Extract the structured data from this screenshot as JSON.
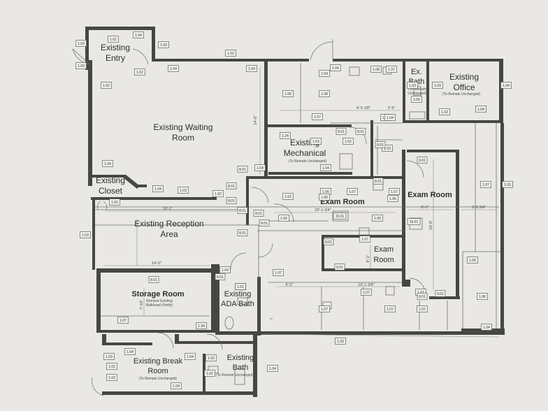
{
  "rooms": {
    "entry": {
      "line1": "Existing",
      "line2": "Entry"
    },
    "waiting": {
      "line1": "Existing Waiting",
      "line2": "Room"
    },
    "closet": {
      "line1": "Existing",
      "line2": "Closet"
    },
    "reception": {
      "line1": "Existing Reception",
      "line2": "Area"
    },
    "mechanical": {
      "line1": "Existing",
      "line2": "Mechanical",
      "note": "(To Remain Unchanged)"
    },
    "ex_bath": {
      "line1": "Ex.",
      "line2": "Bath",
      "note1": "(To Remain",
      "note2": "Unchanged)"
    },
    "office": {
      "line1": "Existing",
      "line2": "Office",
      "note": "(To Remain Unchanged)"
    },
    "exam1": {
      "label": "Exam Room"
    },
    "exam2": {
      "label": "Exam Room"
    },
    "exam3": {
      "line1": "Exam",
      "line2": "Room"
    },
    "storage": {
      "label": "Storage Room",
      "note1": "Remove Existing",
      "note2": "Bulkhead (Verify)"
    },
    "ada_bath": {
      "line1": "Existing",
      "line2": "ADA Bath"
    },
    "break_room": {
      "line1": "Existing Break",
      "line2": "Room",
      "note": "(To Remain Unchanged)"
    },
    "bath": {
      "line1": "Existing",
      "line2": "Bath",
      "note": "(To Remain Unchanged)"
    }
  },
  "tags": {
    "t1": "1.01",
    "t2": "1.04",
    "t3": "1.02",
    "t4": "1.03",
    "t5": "1.03",
    "t6": "1.02",
    "t7": "1.04",
    "t8": "1.02",
    "t9": "1.04",
    "t10": "1.03",
    "t11": "1.04",
    "t12": "1.08",
    "t13": "1.37",
    "t14": "1.04",
    "t15": "1.06",
    "t16": "1.08",
    "t17": "1.07",
    "t18": "1.08",
    "t19": "1.02",
    "t20": "1.03",
    "t21": "1.02",
    "t22": "1.04",
    "t23": "1.04",
    "t24": "1.04",
    "t25": "1.02",
    "t26": "1.24",
    "t27": "1.03",
    "t28": "1.02",
    "t29": "1.03",
    "t30": "1.04",
    "t31": "1.02",
    "t32": "1.06",
    "t33": "1.07",
    "t34": "1.06",
    "t35": "1.06",
    "t36": "1.07",
    "t37": "1.06",
    "t38": "15.01",
    "t39": "1.06",
    "t40": "1.07",
    "t41": "1.03",
    "t42": "1.02",
    "t43": "1.01",
    "t44": "1.04",
    "t45": "1.07",
    "t46": "1.07",
    "t47": "1.34",
    "t48": "1.07",
    "t49": "1.04",
    "t50": "1.06",
    "t51": "1.07",
    "t52": "1.07",
    "t53": "1.06",
    "t54": "1.04",
    "t55": "1.03",
    "t56": "1.04",
    "t57": "1.02",
    "t58": "1.03",
    "t59": "1.04",
    "t60": "1.02",
    "t61": "1.04",
    "t62": "1.04",
    "t63": "1.02",
    "t64": "1.03",
    "t65": "1.03",
    "t66": "15.01",
    "t67": "1.07",
    "t68": "1.07",
    "t69": "1.07",
    "t70": "1.04",
    "t71": "1.03",
    "t72": "1.04",
    "t73": "1.02",
    "t74": "1.01"
  },
  "doors": {
    "d1": "8.01",
    "d2": "8.01",
    "d3": "8.01",
    "d4": "8.01",
    "d5": "8.01",
    "d6": "8.01",
    "d7": "8.01",
    "d8": "8.01",
    "d9": "8.01",
    "d10": "8.01",
    "d11": "8.01",
    "d12": "8.01",
    "d13": "9.01",
    "d14": "9.01",
    "d15": "9.01",
    "d16": "8.01",
    "d17": "8.01",
    "d18": "8.01"
  },
  "dimensions": {
    "waiting_height": "14'-0\"",
    "reception_width": "18'-1\"",
    "exam1_width": "20'-1 3/4\"",
    "exam2_width": "8'-1\"",
    "office_width": "5'-2 3/4\"",
    "storage_width": "14'-0\"",
    "mech_width1": "4'-5 1/8\"",
    "mech_width2": "3'-5\"",
    "corr_width": "8'-2\"",
    "corr_width2": "10'-1 3/4\"",
    "exam2_height": "18'-8\"",
    "exam3_height": "8'-1\"",
    "storage_height": "7'-10\""
  }
}
